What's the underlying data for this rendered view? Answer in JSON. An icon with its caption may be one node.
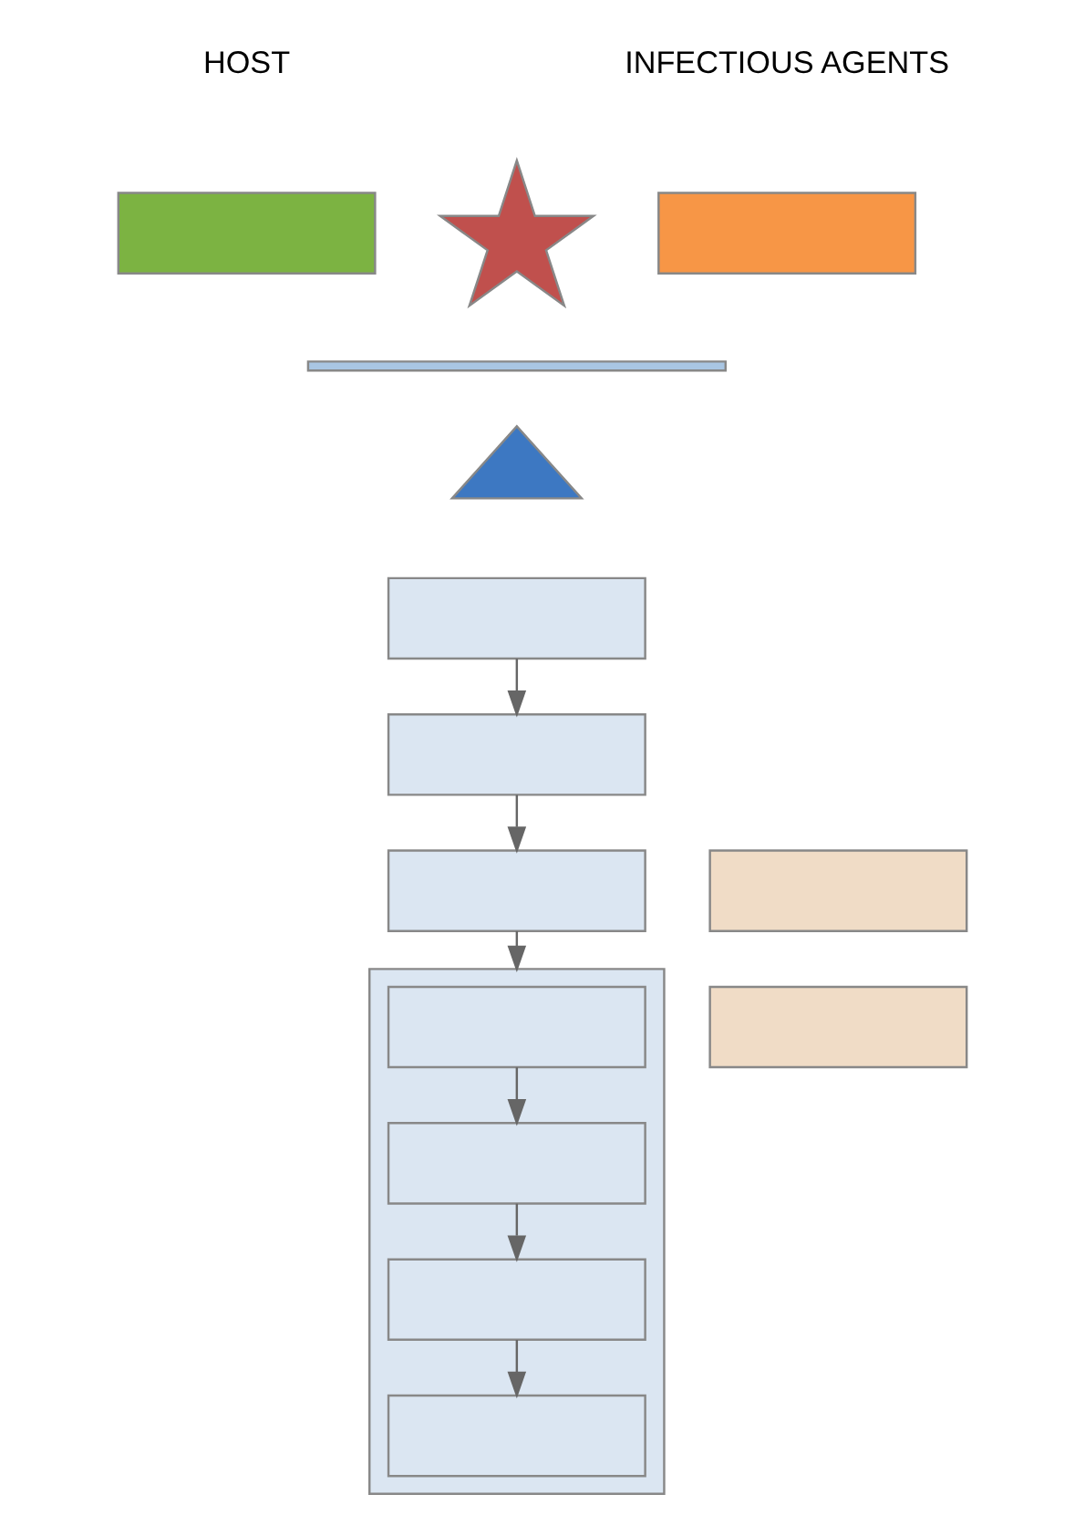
{
  "diagram": {
    "nodes": [
      {
        "text": [],
        "shape": "star"
      },
      {
        "text": [],
        "shape": "box"
      },
      {
        "text": [],
        "shape": "box"
      },
      {
        "text": [],
        "shape": "bar"
      },
      {
        "text": [],
        "shape": "triangle"
      },
      {
        "text": [],
        "shape": "box"
      },
      {
        "text": [],
        "shape": "box"
      },
      {
        "text": [],
        "shape": "box"
      },
      {
        "text": [],
        "shape": "box"
      },
      {
        "text": [],
        "shape": "box",
        "in": 8
      },
      {
        "text": [],
        "shape": "box",
        "in": 8
      },
      {
        "text": [],
        "shape": "box",
        "in": 8
      },
      {
        "text": [],
        "shape": "box",
        "in": 8
      },
      {
        "text": [],
        "shape": "box"
      },
      {
        "text": [],
        "shape": "box"
      }
    ],
    "edges": [
      {
        "from": 5,
        "to": 6,
        "arrow": "to"
      },
      {
        "from": 6,
        "to": 7,
        "arrow": "to"
      },
      {
        "from": 7,
        "to": 8,
        "arrow": "to"
      },
      {
        "from": 9,
        "to": 10,
        "arrow": "to"
      },
      {
        "from": 10,
        "to": 11,
        "arrow": "to"
      },
      {
        "from": 11,
        "to": 12,
        "arrow": "to"
      }
    ],
    "labels": [
      "HOST",
      "INFECTIOUS AGENTS"
    ]
  }
}
